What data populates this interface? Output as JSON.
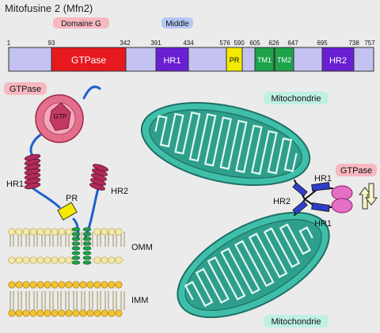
{
  "title": "Mitofusine 2 (Mfn2)",
  "domain_labels": {
    "domaine_g": "Domaine G",
    "middle": "Middle"
  },
  "positions": [
    "1",
    "93",
    "342",
    "391",
    "434",
    "576",
    "590",
    "605",
    "626",
    "647",
    "695",
    "738",
    "757"
  ],
  "bar_segments": {
    "gtpase": "GTPase",
    "hr1": "HR1",
    "pr": "PR",
    "tm1": "TM1",
    "tm2": "TM2",
    "hr2": "HR2"
  },
  "left_panel": {
    "gtpase": "GTPase",
    "gtp": "GTP",
    "hr1": "HR1",
    "pr": "PR",
    "hr2": "HR2",
    "omm": "OMM",
    "imm": "IMM"
  },
  "right_panel": {
    "mito_top": "Mitochondrie",
    "mito_bottom": "Mitochondrie",
    "hr1_top": "HR1",
    "hr2": "HR2",
    "hr1_bottom": "HR1",
    "gtpase": "GTPase"
  },
  "colors": {
    "bar_base": "#c4c2f1",
    "gtpase": "#e5191e",
    "hr": "#6a1fd3",
    "pr": "#f3ea00",
    "tm": "#1da34a",
    "coil": "#b22a5a",
    "mito_outer": "#3fbfaa",
    "mito_inner": "#2a8f7e",
    "pink_label": "#f7b8c0",
    "green_label": "#bff0e4",
    "blue_label": "#b6c8f5"
  }
}
